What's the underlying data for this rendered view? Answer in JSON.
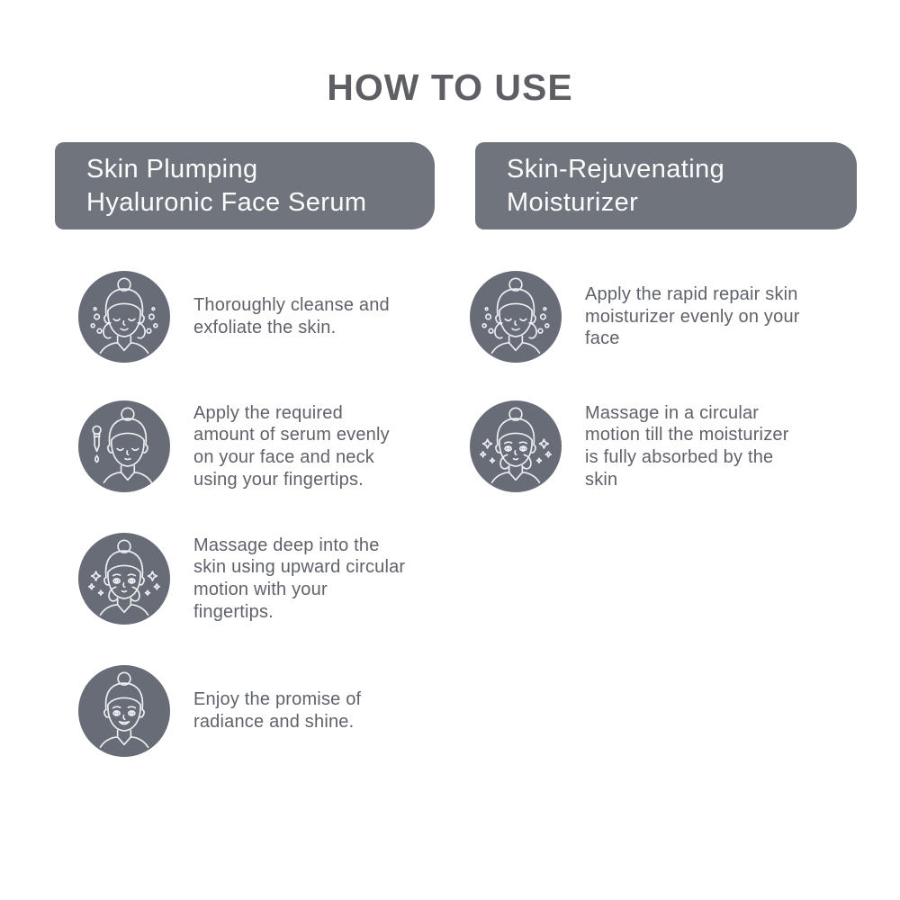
{
  "title": "HOW TO USE",
  "colors": {
    "background": "#ffffff",
    "title_text": "#5d5f64",
    "header_box": "#70747c",
    "header_text": "#fcfcfc",
    "icon_circle": "#676c76",
    "line_art": "#eceef1",
    "body_text": "#5f626a"
  },
  "columns": [
    {
      "header": "Skin Plumping\nHyaluronic Face Serum",
      "steps": [
        {
          "icon": "cleanse-face-icon",
          "text": "Thoroughly cleanse and\nexfoliate the skin."
        },
        {
          "icon": "serum-dropper-icon",
          "text": "Apply the required\namount of serum evenly\non your face and neck\nusing your fingertips."
        },
        {
          "icon": "massage-sparkle-icon",
          "text": "Massage deep into the\nskin using upward circular\nmotion with your\nfingertips."
        },
        {
          "icon": "radiant-face-icon",
          "text": "Enjoy the promise of\nradiance and shine."
        }
      ]
    },
    {
      "header": "Skin-Rejuvenating\nMoisturizer",
      "steps": [
        {
          "icon": "cleanse-face-icon",
          "text": "Apply the rapid repair skin\nmoisturizer evenly on your\nface"
        },
        {
          "icon": "massage-sparkle-icon",
          "text": "Massage in a circular\nmotion till the moisturizer\nis fully absorbed by the\nskin"
        }
      ]
    }
  ]
}
